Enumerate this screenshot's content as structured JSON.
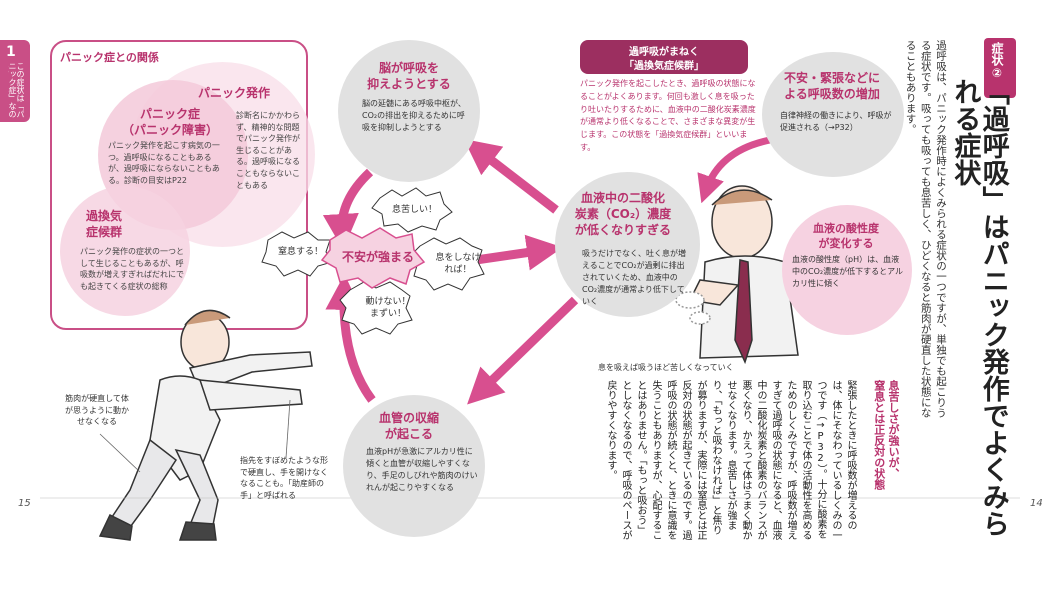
{
  "side_tab": {
    "number": "1",
    "text": "この症状は「パニック症」なのか？"
  },
  "relation_box": {
    "title": "パニック症との関係",
    "panic_attack": {
      "title": "パニック発作",
      "text": "診断名にかかわらず、精神的な問題でパニック発作が生じることがある。過呼吸になることもならないこともある"
    },
    "panic_disorder": {
      "title_line1": "パニック症",
      "title_line2": "（パニック障害）",
      "text": "パニック発作を起こす病気の一つ。過呼吸になることもあるが、過呼吸にならないこともある。診断の目安はP22"
    },
    "hyper_syndrome": {
      "title_line1": "過換気",
      "title_line2": "症候群",
      "text": "パニック発作の症状の一つとして生じることもあるが、呼吸数が増えすぎればだれにでも起きてくる症状の総称"
    }
  },
  "brain": {
    "title_line1": "脳が呼吸を",
    "title_line2": "抑えようとする",
    "text": "脳の延髄にある呼吸中枢が、CO₂の排出を抑えるために呼吸を抑制しようとする"
  },
  "co2": {
    "title_line1": "血液中の二酸化",
    "title_line2": "炭素（CO₂）濃度",
    "title_line3": "が低くなりすぎる",
    "text": "吸うだけでなく、吐く息が増えることでCO₂が過剰に排出されていくため、血液中のCO₂濃度が通常より低下していく"
  },
  "vessel": {
    "title_line1": "血管の収縮",
    "title_line2": "が起こる",
    "text": "血液pHが急激にアルカリ性に傾くと血管が収縮しやすくなり、手足のしびれや筋肉のけいれんが起こりやすくなる"
  },
  "anxiety": {
    "label": "不安が強まる",
    "bursts": [
      "息苦しい！",
      "窒息する！",
      "息をしなければ！",
      "動けない！まずい！"
    ]
  },
  "syndrome": {
    "header_line1": "過呼吸がまねく",
    "header_line2": "「過換気症候群」",
    "text": "パニック発作を起こしたとき、過呼吸の状態になることがよくあります。何回も激しく息を吸ったり吐いたりするために、血液中の二酸化炭素濃度が通常より低くなることで、さまざまな異変が生じます。この状態を「過換気症候群」といいます。"
  },
  "hyper_increase": {
    "title_line1": "不安・緊張などに",
    "title_line2": "よる呼吸数の増加",
    "text": "自律神経の働きにより、呼吸が促進される（→P32）"
  },
  "acid": {
    "title_line1": "血液の酸性度",
    "title_line2": "が変化する",
    "text": "血液の酸性度（pH）は、血液中のCO₂濃度が低下するとアルカリ性に傾く"
  },
  "captions": {
    "breath": "息を吸えば吸うほど苦しくなっていく",
    "stiff": "筋肉が硬直して体が思うように動かせなくなる",
    "hand": "指先をすぼめたような形で硬直し、手を開けなくなることも。「助産師の手」と呼ばれる"
  },
  "page_numbers": {
    "left": "15",
    "right": "14"
  },
  "right_page": {
    "badge": "症状②",
    "title": "「過呼吸」はパニック発作でよくみられる症状",
    "lead": "過呼吸は、パニック発作時によくみられる症状の一つですが、単独でも起こりうる症状です。吸っても吸っても息苦しく、ひどくなると筋肉が硬直した状態になることもあります。",
    "subheading_line1": "息苦しさが強いが、",
    "subheading_line2": "窒息とは正反対の状態",
    "body": "緊張したときに呼吸数が増えるのは、体にそなわっているしくみの一つです（→P32）。十分に酸素を取り込むことで体の活動性を高めるためのしくみですが、呼吸数が増えすぎて過呼吸の状態になると、血液中の二酸化炭素と酸素のバランスが悪くなり、かえって体はうまく動かせなくなります。息苦しさが強まり、「もっと吸わなければ」と焦りが募りますが、実際には窒息とは正反対の状態が起きているのです。過呼吸の状態が続くと、ときに意識を失うこともありますが、心配することはありません。「もっと吸おう」としなくなるので、呼吸のペースが戻りやすくなります。"
  },
  "colors": {
    "accent": "#b8336d",
    "header": "#9c2f60",
    "pink_light": "#f6d2e1",
    "gray": "#e1e1e1"
  }
}
